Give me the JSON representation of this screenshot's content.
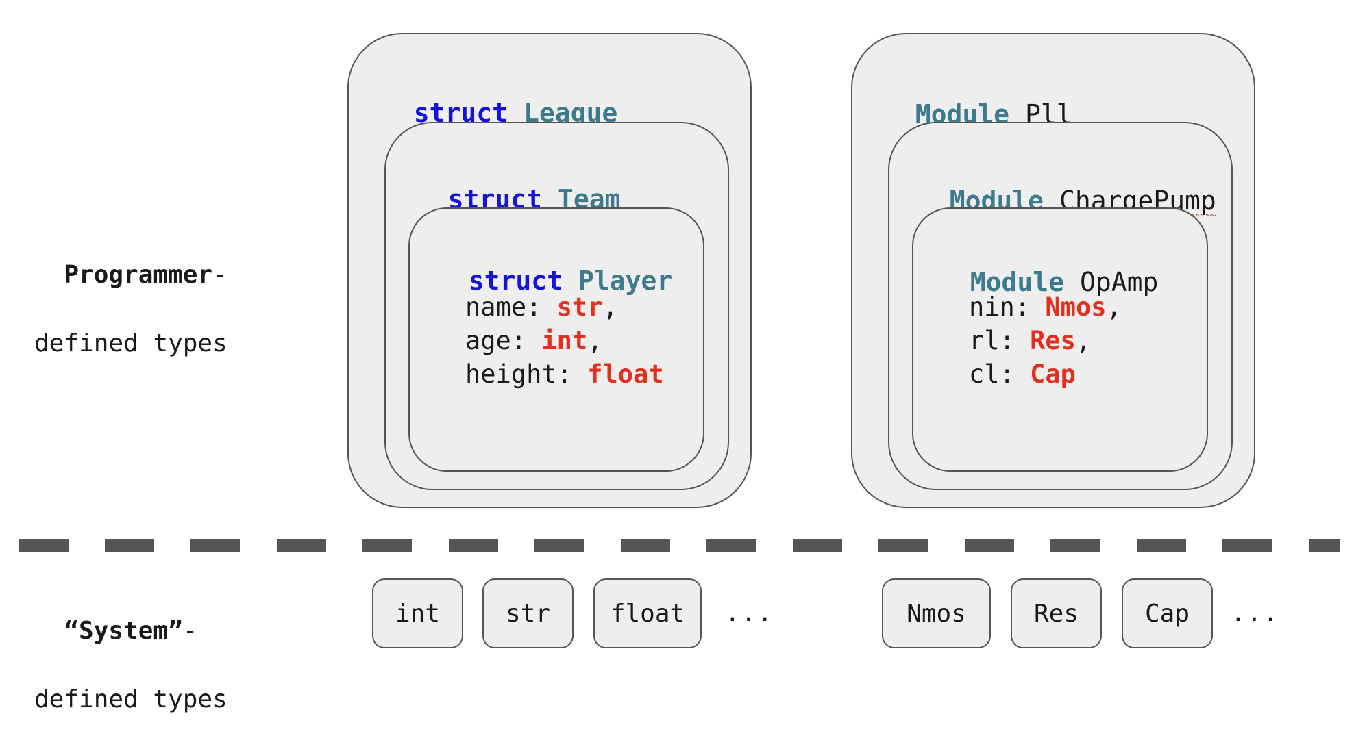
{
  "sections": {
    "programmer": {
      "bold": "Programmer",
      "rest": "-",
      "line2": "defined types"
    },
    "system": {
      "bold": "“System”",
      "rest": "-",
      "line2": "defined types"
    }
  },
  "left_stack": {
    "outer": {
      "keyword": "struct",
      "name": "League"
    },
    "middle": {
      "keyword": "struct",
      "name": "Team"
    },
    "inner": {
      "keyword": "struct",
      "name": "Player",
      "fields": [
        {
          "name": "name: ",
          "type": "str",
          "sep": ","
        },
        {
          "name": "age: ",
          "type": "int",
          "sep": ","
        },
        {
          "name": "height: ",
          "type": "float",
          "sep": ""
        }
      ]
    }
  },
  "right_stack": {
    "outer": {
      "keyword": "Module",
      "name": "Pll"
    },
    "middle": {
      "keyword": "Module",
      "name": "ChargePump"
    },
    "inner": {
      "keyword": "Module",
      "name": "OpAmp",
      "fields": [
        {
          "name": "nin: ",
          "type": "Nmos",
          "sep": ","
        },
        {
          "name": "rl: ",
          "type": "Res",
          "sep": ","
        },
        {
          "name": "cl: ",
          "type": "Cap",
          "sep": ""
        }
      ]
    }
  },
  "system_types_left": [
    "int",
    "str",
    "float"
  ],
  "system_types_right": [
    "Nmos",
    "Res",
    "Cap"
  ],
  "ellipsis": "...",
  "colors": {
    "keyword": "#1414d8",
    "typename": "#3d7a8c",
    "type": "#e0301e",
    "box": "#eeeeee",
    "border": "#555555"
  }
}
